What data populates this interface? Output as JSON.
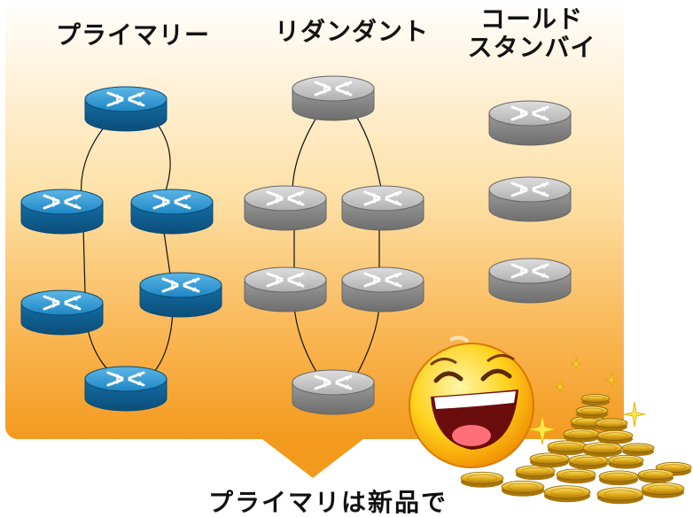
{
  "headers": {
    "primary": "プライマリー",
    "redundant": "リダンダント",
    "cold_line1": "コールド",
    "cold_line2": "スタンバイ"
  },
  "caption": "プライマリは新品で",
  "colors": {
    "primary_router": "#1a84c0",
    "redundant_router": "#a3a3a3",
    "panel_bottom": "#f39a1e",
    "coin": "#e8b420"
  },
  "icons": [
    "router-icon",
    "laughing-emoji-icon",
    "gold-coins-icon",
    "sparkle-icon"
  ]
}
